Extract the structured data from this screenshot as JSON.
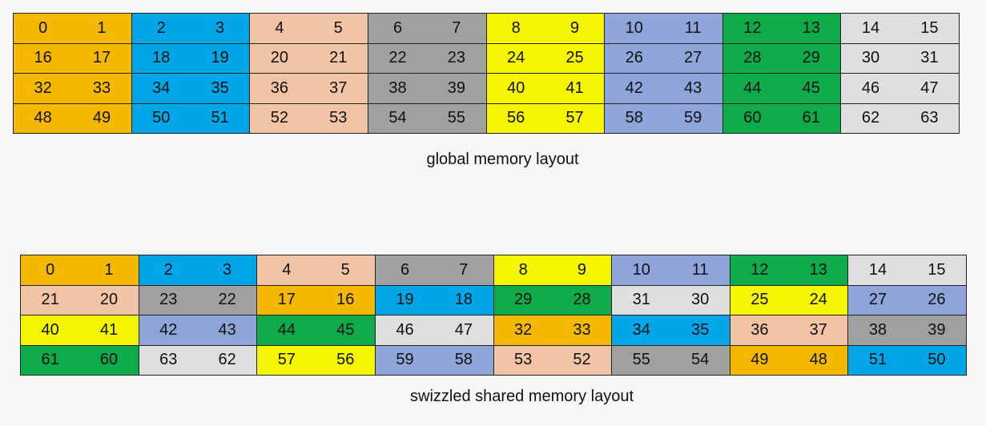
{
  "colors": {
    "orange": "#F5B800",
    "blue": "#00A6E8",
    "peach": "#F2C3A4",
    "gray": "#A0A0A0",
    "yellow": "#F5F500",
    "periwinkle": "#8FA5D9",
    "green": "#0FAA4A",
    "light": "#E0DFDF"
  },
  "global": {
    "caption": "global memory layout",
    "rows": [
      [
        {
          "a": "0",
          "b": "1",
          "color": "orange"
        },
        {
          "a": "2",
          "b": "3",
          "color": "blue"
        },
        {
          "a": "4",
          "b": "5",
          "color": "peach"
        },
        {
          "a": "6",
          "b": "7",
          "color": "gray"
        },
        {
          "a": "8",
          "b": "9",
          "color": "yellow"
        },
        {
          "a": "10",
          "b": "11",
          "color": "periwinkle"
        },
        {
          "a": "12",
          "b": "13",
          "color": "green"
        },
        {
          "a": "14",
          "b": "15",
          "color": "light"
        }
      ],
      [
        {
          "a": "16",
          "b": "17",
          "color": "orange"
        },
        {
          "a": "18",
          "b": "19",
          "color": "blue"
        },
        {
          "a": "20",
          "b": "21",
          "color": "peach"
        },
        {
          "a": "22",
          "b": "23",
          "color": "gray"
        },
        {
          "a": "24",
          "b": "25",
          "color": "yellow"
        },
        {
          "a": "26",
          "b": "27",
          "color": "periwinkle"
        },
        {
          "a": "28",
          "b": "29",
          "color": "green"
        },
        {
          "a": "30",
          "b": "31",
          "color": "light"
        }
      ],
      [
        {
          "a": "32",
          "b": "33",
          "color": "orange"
        },
        {
          "a": "34",
          "b": "35",
          "color": "blue"
        },
        {
          "a": "36",
          "b": "37",
          "color": "peach"
        },
        {
          "a": "38",
          "b": "39",
          "color": "gray"
        },
        {
          "a": "40",
          "b": "41",
          "color": "yellow"
        },
        {
          "a": "42",
          "b": "43",
          "color": "periwinkle"
        },
        {
          "a": "44",
          "b": "45",
          "color": "green"
        },
        {
          "a": "46",
          "b": "47",
          "color": "light"
        }
      ],
      [
        {
          "a": "48",
          "b": "49",
          "color": "orange"
        },
        {
          "a": "50",
          "b": "51",
          "color": "blue"
        },
        {
          "a": "52",
          "b": "53",
          "color": "peach"
        },
        {
          "a": "54",
          "b": "55",
          "color": "gray"
        },
        {
          "a": "56",
          "b": "57",
          "color": "yellow"
        },
        {
          "a": "58",
          "b": "59",
          "color": "periwinkle"
        },
        {
          "a": "60",
          "b": "61",
          "color": "green"
        },
        {
          "a": "62",
          "b": "63",
          "color": "light"
        }
      ]
    ]
  },
  "swizzled": {
    "caption": "swizzled shared  memory layout",
    "rows": [
      [
        {
          "a": "0",
          "b": "1",
          "color": "orange"
        },
        {
          "a": "2",
          "b": "3",
          "color": "blue"
        },
        {
          "a": "4",
          "b": "5",
          "color": "peach"
        },
        {
          "a": "6",
          "b": "7",
          "color": "gray"
        },
        {
          "a": "8",
          "b": "9",
          "color": "yellow"
        },
        {
          "a": "10",
          "b": "11",
          "color": "periwinkle"
        },
        {
          "a": "12",
          "b": "13",
          "color": "green"
        },
        {
          "a": "14",
          "b": "15",
          "color": "light"
        }
      ],
      [
        {
          "a": "21",
          "b": "20",
          "color": "peach"
        },
        {
          "a": "23",
          "b": "22",
          "color": "gray"
        },
        {
          "a": "17",
          "b": "16",
          "color": "orange"
        },
        {
          "a": "19",
          "b": "18",
          "color": "blue"
        },
        {
          "a": "29",
          "b": "28",
          "color": "green"
        },
        {
          "a": "31",
          "b": "30",
          "color": "light"
        },
        {
          "a": "25",
          "b": "24",
          "color": "yellow"
        },
        {
          "a": "27",
          "b": "26",
          "color": "periwinkle"
        }
      ],
      [
        {
          "a": "40",
          "b": "41",
          "color": "yellow"
        },
        {
          "a": "42",
          "b": "43",
          "color": "periwinkle"
        },
        {
          "a": "44",
          "b": "45",
          "color": "green"
        },
        {
          "a": "46",
          "b": "47",
          "color": "light"
        },
        {
          "a": "32",
          "b": "33",
          "color": "orange"
        },
        {
          "a": "34",
          "b": "35",
          "color": "blue"
        },
        {
          "a": "36",
          "b": "37",
          "color": "peach"
        },
        {
          "a": "38",
          "b": "39",
          "color": "gray"
        }
      ],
      [
        {
          "a": "61",
          "b": "60",
          "color": "green"
        },
        {
          "a": "63",
          "b": "62",
          "color": "light"
        },
        {
          "a": "57",
          "b": "56",
          "color": "yellow"
        },
        {
          "a": "59",
          "b": "58",
          "color": "periwinkle"
        },
        {
          "a": "53",
          "b": "52",
          "color": "peach"
        },
        {
          "a": "55",
          "b": "54",
          "color": "gray"
        },
        {
          "a": "49",
          "b": "48",
          "color": "orange"
        },
        {
          "a": "51",
          "b": "50",
          "color": "blue"
        }
      ]
    ]
  }
}
